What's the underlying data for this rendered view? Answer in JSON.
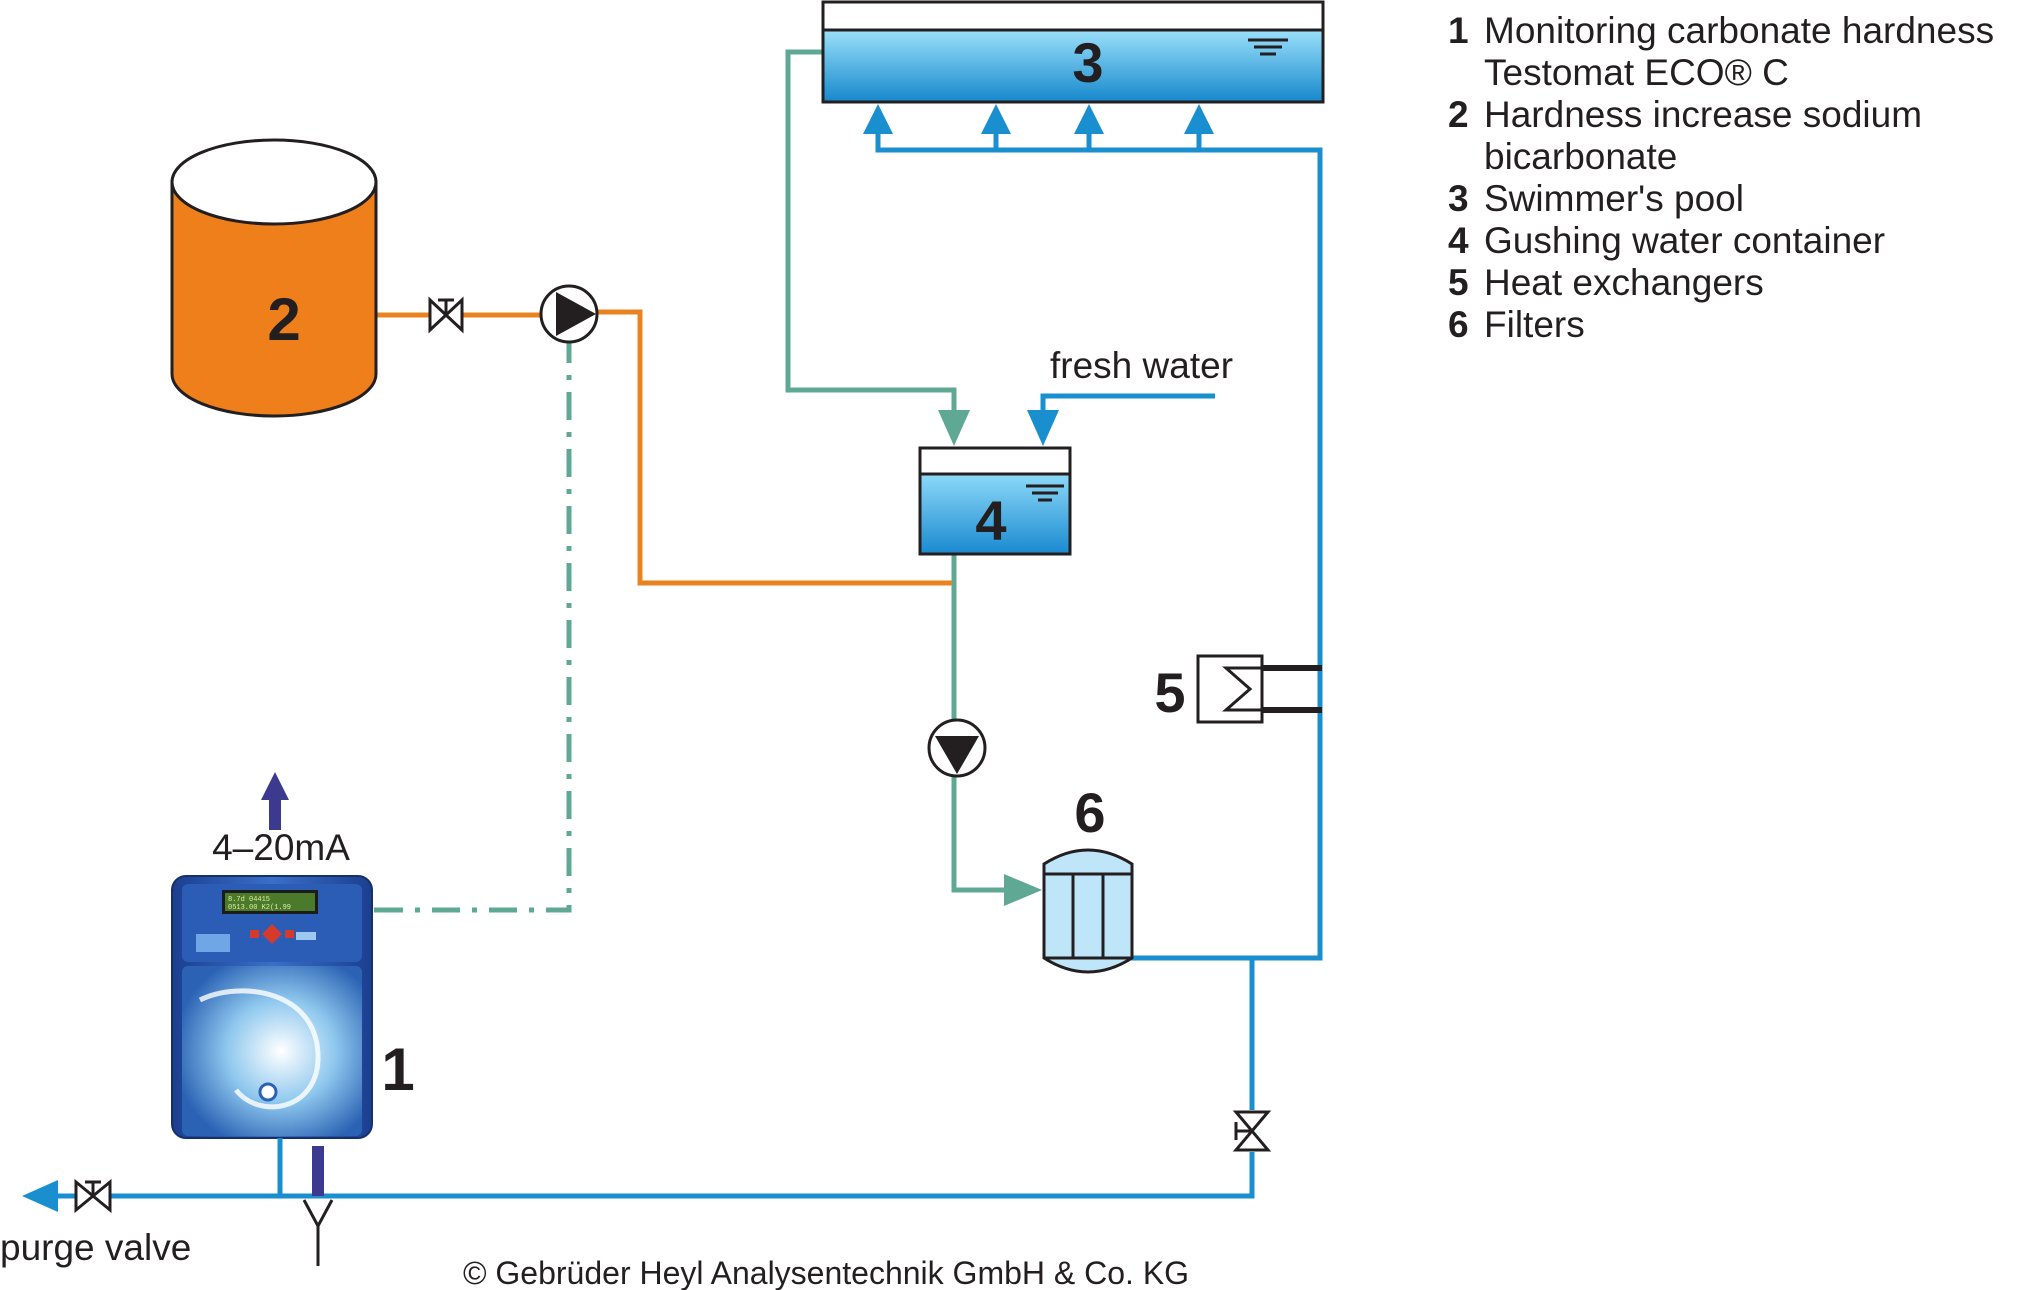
{
  "components": {
    "monitor": {
      "number": "1"
    },
    "tank": {
      "number": "2"
    },
    "pool": {
      "number": "3"
    },
    "container": {
      "number": "4"
    },
    "heat_exchanger": {
      "number": "5"
    },
    "filter": {
      "number": "6"
    }
  },
  "labels": {
    "fresh_water": "fresh water",
    "signal": "4–20mA",
    "purge_valve": "purge valve",
    "copyright": "© Gebrüder Heyl Analysentechnik GmbH & Co. KG"
  },
  "legend": [
    {
      "num": "1",
      "lines": [
        "Monitoring carbonate hardness",
        "Testomat ECO® C"
      ]
    },
    {
      "num": "2",
      "lines": [
        "Hardness increase sodium",
        "bicarbonate"
      ]
    },
    {
      "num": "3",
      "lines": [
        "Swimmer's pool"
      ]
    },
    {
      "num": "4",
      "lines": [
        "Gushing water container"
      ]
    },
    {
      "num": "5",
      "lines": [
        "Heat exchangers"
      ]
    },
    {
      "num": "6",
      "lines": [
        "Filters"
      ]
    }
  ],
  "colors": {
    "water_blue": "#1a8fd0",
    "pool_light": "#7fd3f5",
    "pool_dark": "#1c9ad8",
    "return_green": "#5fa894",
    "dosing_orange": "#e9831f",
    "tank_orange": "#ef7f1a",
    "signal_purple": "#3b3a8f",
    "filter_fill": "#bfe5f8"
  },
  "device": {
    "display_line_1": "8.7d 04415",
    "display_line_2": "0513.00 K2(1.99"
  }
}
